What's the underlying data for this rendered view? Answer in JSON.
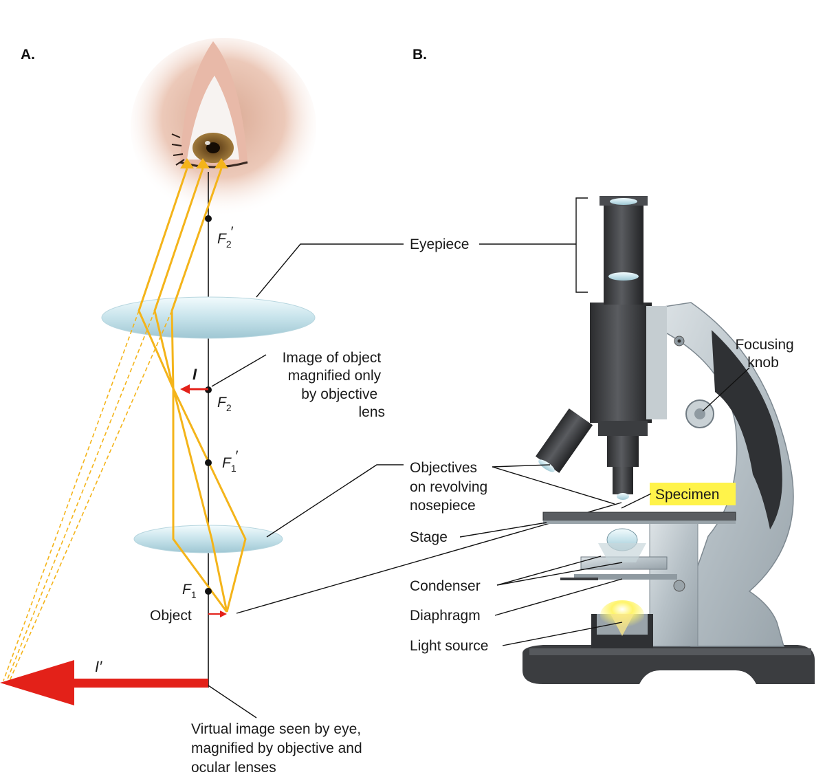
{
  "panels": {
    "a": "A.",
    "b": "B."
  },
  "optics": {
    "focal_points": {
      "f2_prime": {
        "letter": "F",
        "sub": "2",
        "prime": "′"
      },
      "f2": {
        "letter": "F",
        "sub": "2"
      },
      "f1_prime": {
        "letter": "F",
        "sub": "1",
        "prime": "′"
      },
      "f1": {
        "letter": "F",
        "sub": "1"
      }
    },
    "image_i": "I",
    "image_i_prime": "I′",
    "object_label": "Object",
    "intermediate_image_lines": [
      "Image of object",
      "magnified only",
      "by objective",
      "lens"
    ],
    "virtual_image_lines": [
      "Virtual image seen by eye,",
      "magnified by objective and",
      "ocular lenses"
    ],
    "colors": {
      "ray": "#f4b41a",
      "arrow": "#e32119",
      "lens": "#cfe7ee"
    }
  },
  "microscope": {
    "labels": {
      "eyepiece": "Eyepiece",
      "focusing_knob": [
        "Focusing",
        "knob"
      ],
      "objectives": [
        "Objectives",
        "on revolving",
        "nosepiece"
      ],
      "specimen": "Specimen",
      "stage": "Stage",
      "condenser": "Condenser",
      "diaphragm": "Diaphragm",
      "light_source": "Light source"
    },
    "colors": {
      "body": "#b9c2c8",
      "tube": "#3d3f42",
      "specimen_highlight": "#fff34a",
      "light": "#fff36b"
    }
  }
}
